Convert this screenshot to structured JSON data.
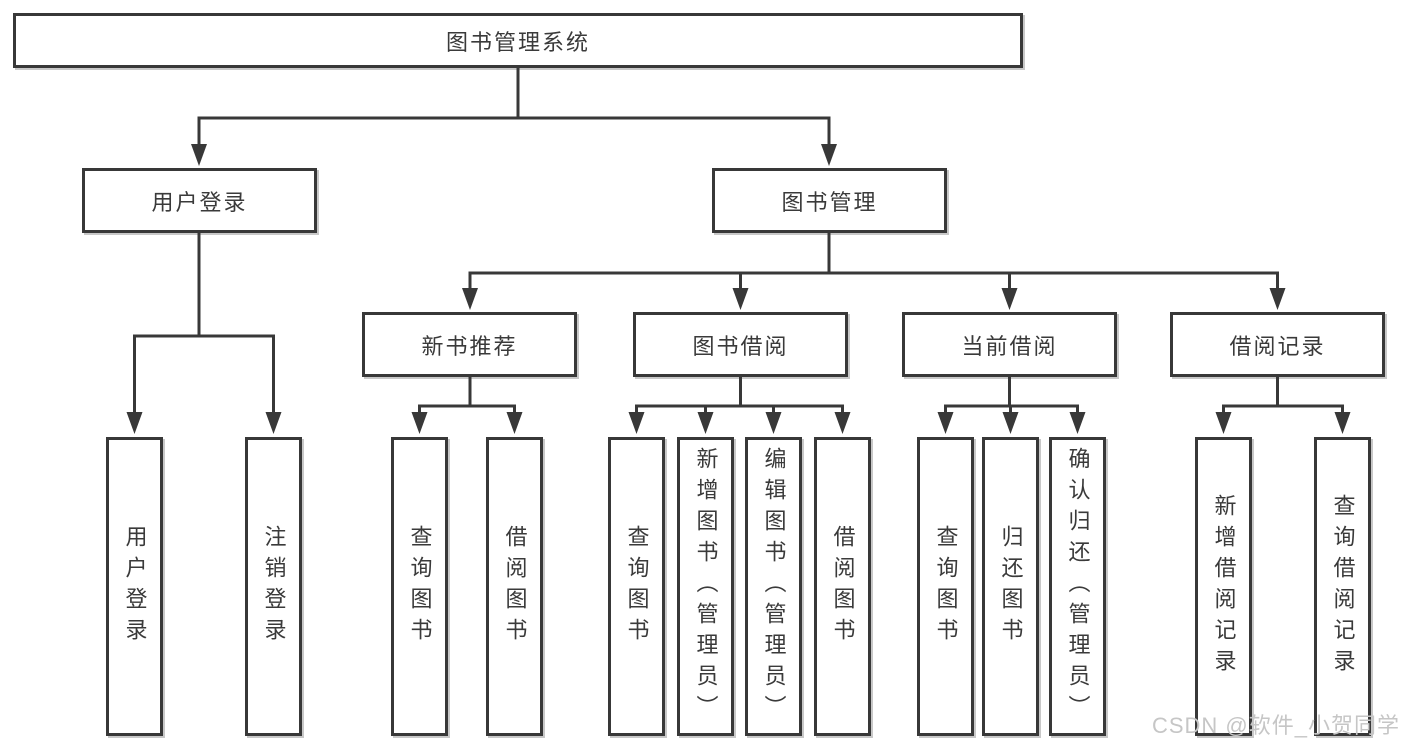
{
  "diagram_title": "图书管理系统",
  "colors": {
    "line": "#383838",
    "text": "#3a3a3a",
    "background": "#ffffff",
    "watermark": "#c6c6c6"
  },
  "nodes": {
    "root": {
      "label": "图书管理系统"
    },
    "level2": [
      {
        "label": "用户登录"
      },
      {
        "label": "图书管理"
      }
    ],
    "level3": [
      {
        "label": "新书推荐",
        "parent": "图书管理"
      },
      {
        "label": "图书借阅",
        "parent": "图书管理"
      },
      {
        "label": "当前借阅",
        "parent": "图书管理"
      },
      {
        "label": "借阅记录",
        "parent": "图书管理"
      }
    ],
    "leaves": [
      {
        "label": "用户登录",
        "parent": "用户登录"
      },
      {
        "label": "注销登录",
        "parent": "用户登录"
      },
      {
        "label": "查询图书",
        "parent": "新书推荐"
      },
      {
        "label": "借阅图书",
        "parent": "新书推荐"
      },
      {
        "label": "查询图书",
        "parent": "图书借阅"
      },
      {
        "label": "新增图书（管理员）",
        "parent": "图书借阅"
      },
      {
        "label": "编辑图书（管理员）",
        "parent": "图书借阅"
      },
      {
        "label": "借阅图书",
        "parent": "图书借阅"
      },
      {
        "label": "查询图书",
        "parent": "当前借阅"
      },
      {
        "label": "归还图书",
        "parent": "当前借阅"
      },
      {
        "label": "确认归还（管理员）",
        "parent": "当前借阅"
      },
      {
        "label": "新增借阅记录",
        "parent": "借阅记录"
      },
      {
        "label": "查询借阅记录",
        "parent": "借阅记录"
      }
    ]
  },
  "watermark": {
    "text": "CSDN @软件_小贺同学"
  }
}
